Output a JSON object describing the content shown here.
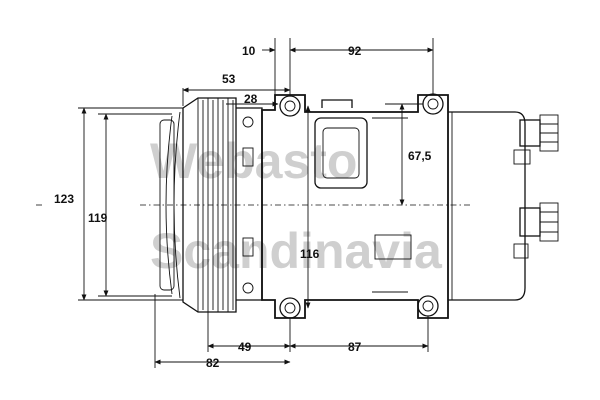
{
  "drawing": {
    "subject": "compressor",
    "watermark_lines": [
      "Webasto",
      "Scandinavia"
    ],
    "dimensions": {
      "top_offset": "10",
      "top_width": "92",
      "pulley_depth": "53",
      "bolt_offset": "28",
      "mount_spacing": "67,5",
      "overall_height": "123",
      "pulley_diameter": "119",
      "mount_height": "116",
      "bottom_offset": "49",
      "bottom_width": "87",
      "overall_length": "82"
    }
  }
}
